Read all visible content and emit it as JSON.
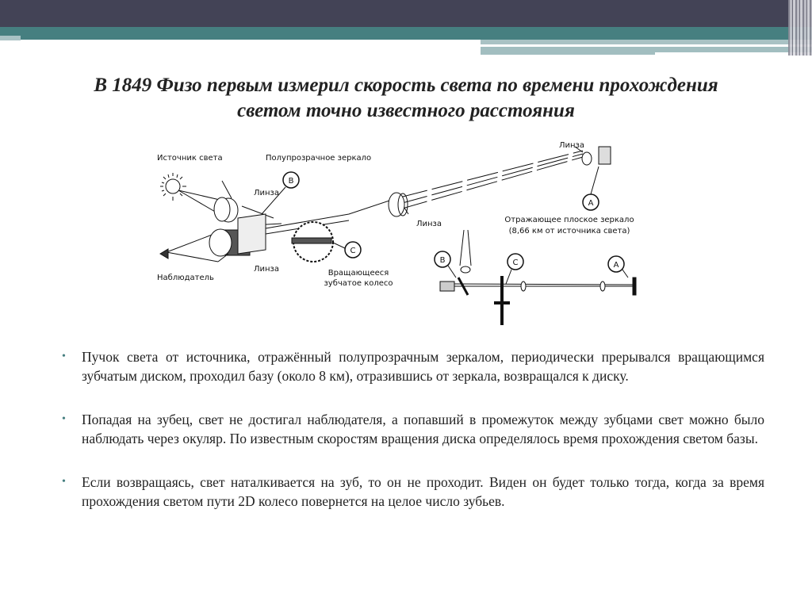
{
  "title": "В 1849 Физо первым измерил скорость света по времени прохождения светом точно известного расстояния",
  "diagram": {
    "source": "Источник света",
    "half_mirror": "Полупрозрачное зеркало",
    "lens": "Линза",
    "observer": "Наблюдатель",
    "wheel_line1": "Вращающееся",
    "wheel_line2": "зубчатое колесо",
    "mirror_line1": "Отражающее плоское зеркало",
    "mirror_line2": "(8,66 км от источника света)",
    "marker_a": "A",
    "marker_b": "B",
    "marker_c": "C"
  },
  "bullet_marker": "•",
  "bullets": [
    "Пучок света от источника, отражённый полупрозрачным зеркалом, периодически прерывался вращающимся зубчатым диском, проходил базу (около 8 км), отразившись от зеркала, возвращался к диску.",
    "Попадая на зубец, свет не достигал наблюдателя, а попавший в промежуток между зубцами свет можно было наблюдать через окуляр. По известным скоростям вращения диска определялось время прохождения светом базы.",
    "Если возвращаясь, свет наталкивается на зуб, то он не проходит. Виден он будет только тогда, когда за время прохождения светом пути 2D колесо повернется на целое число зубьев."
  ]
}
